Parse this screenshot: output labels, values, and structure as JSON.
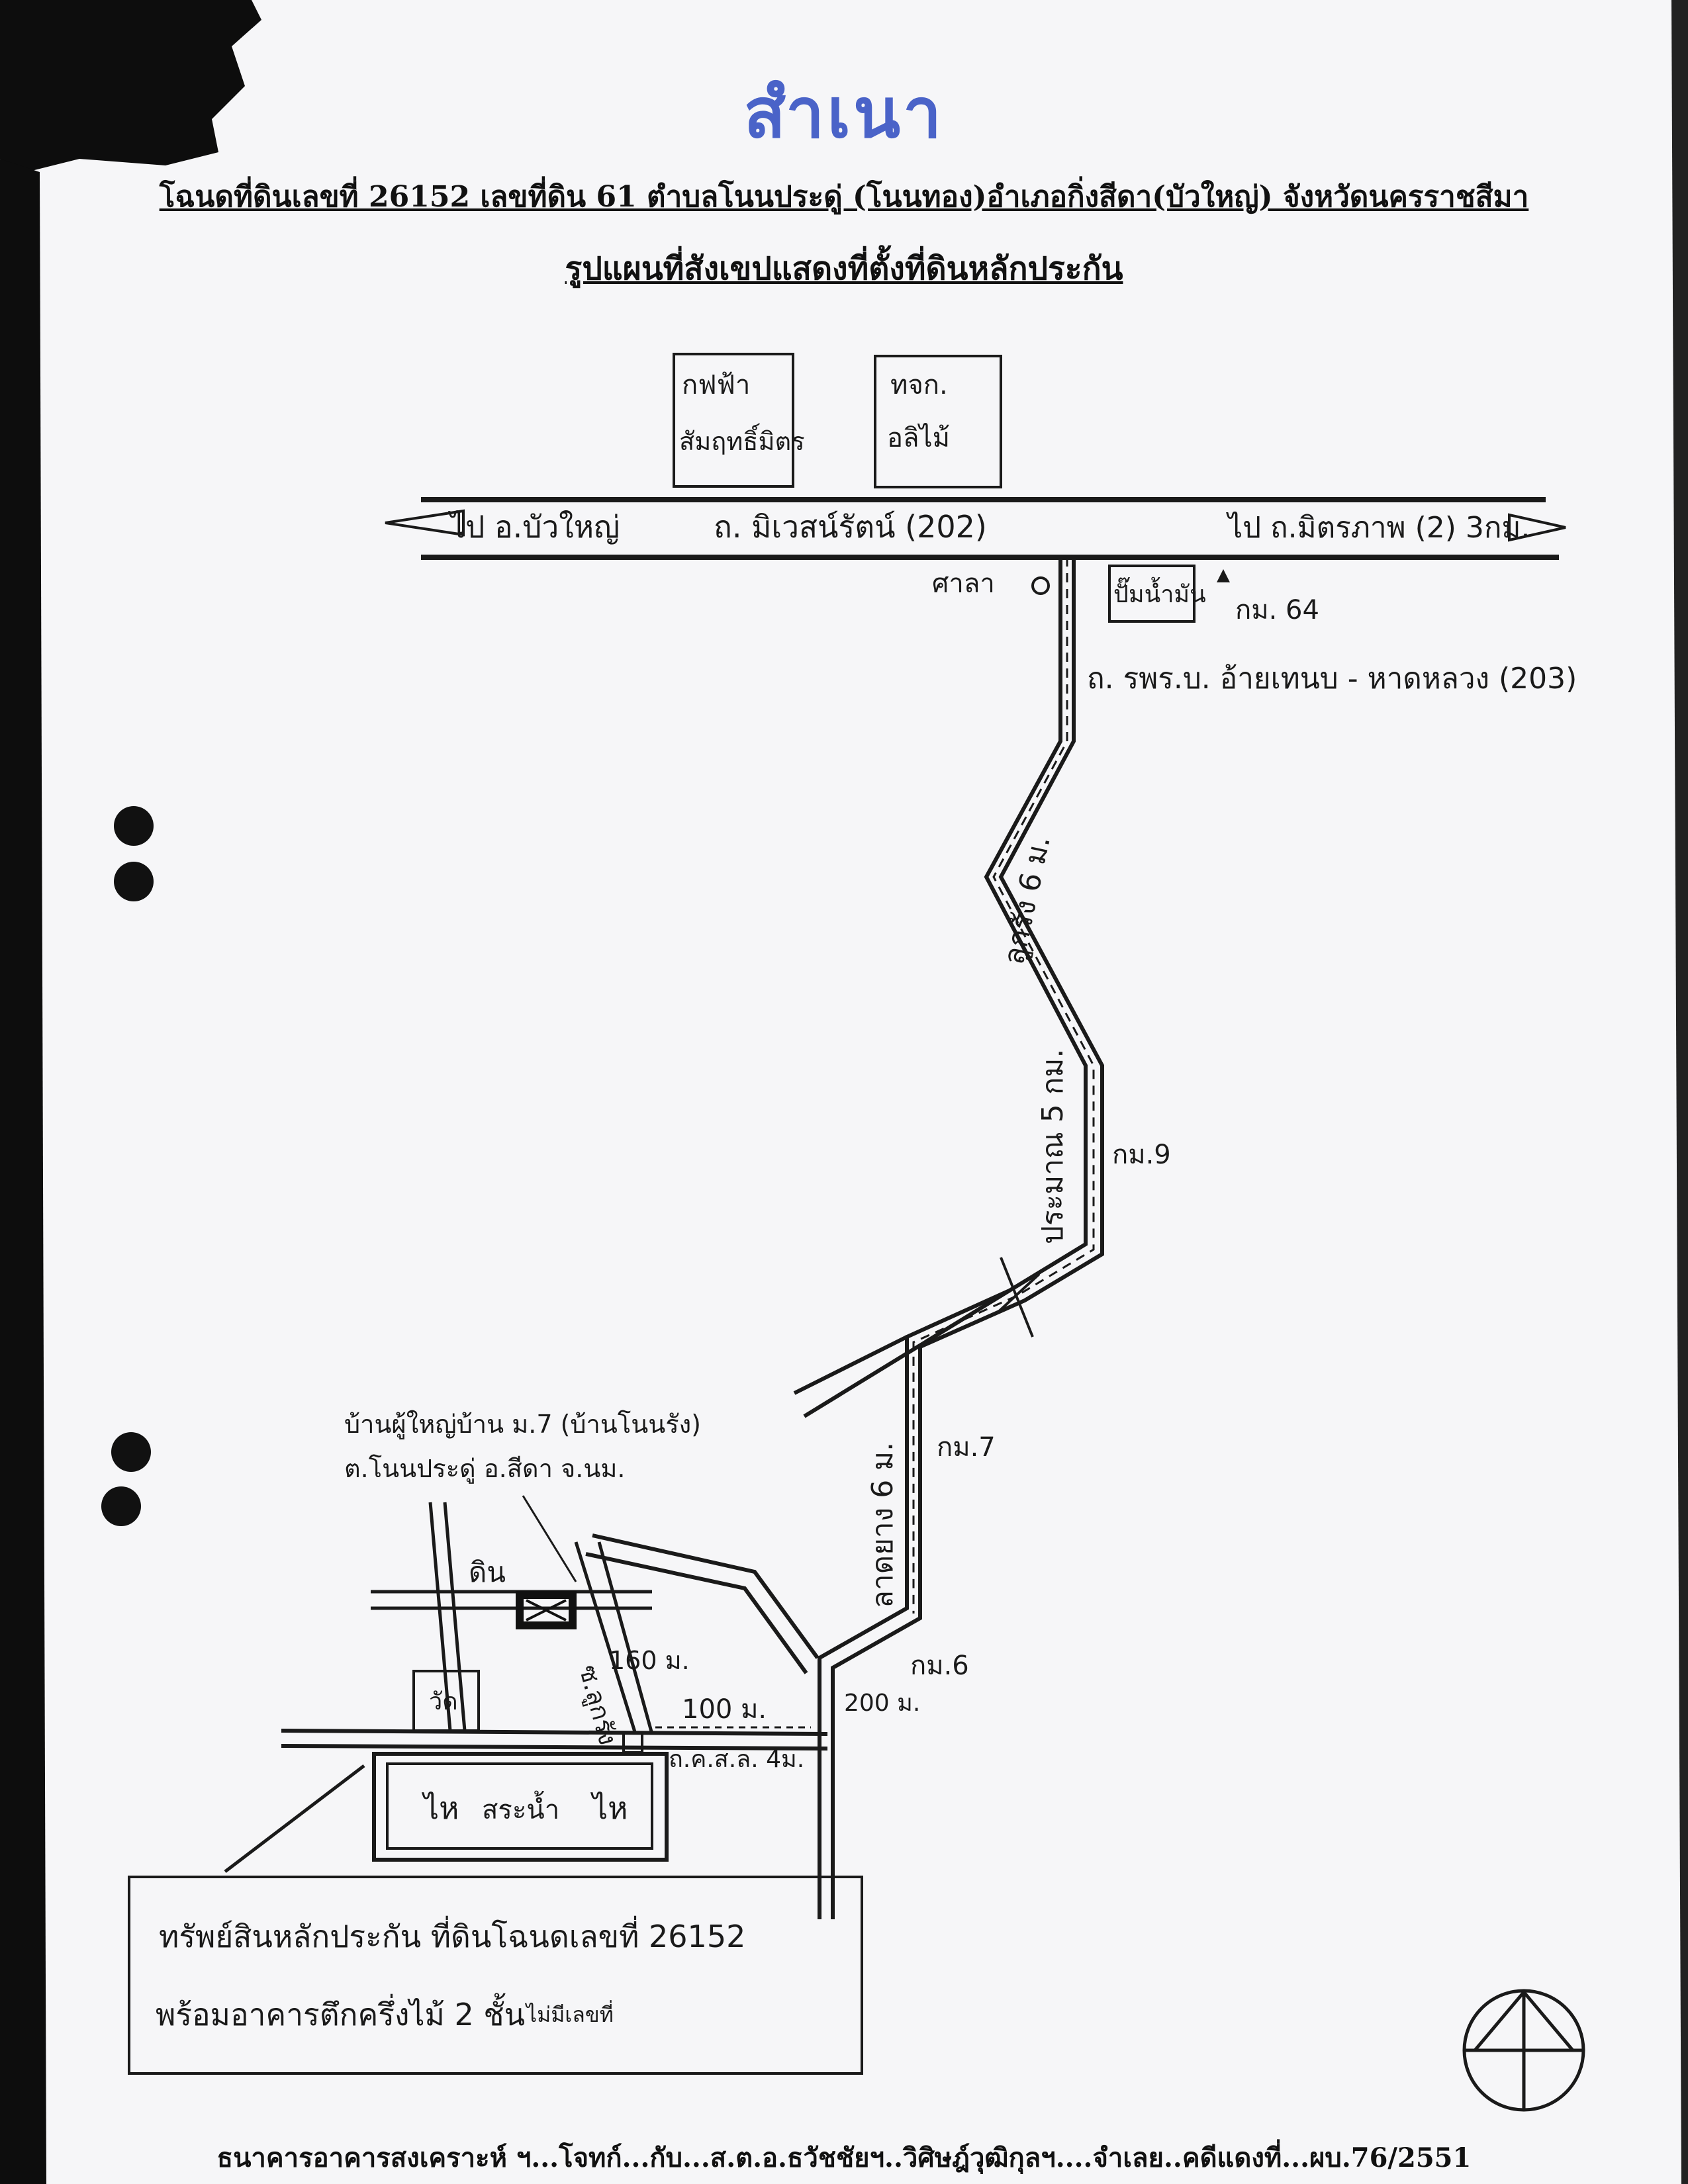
{
  "header": {
    "stamp": "สำเนา",
    "title": "โฉนดที่ดินเลขที่ 26152 เลขที่ดิน 61 ตำบลโนนประดู่ (โนนทอง)อำเภอกิ่งสีดา(บัวใหญ่) จังหวัดนครราชสีมา",
    "subtitle": "รูปแผนที่สังเขปแสดงที่ตั้งที่ดินหลักประกัน"
  },
  "map": {
    "box_electric_1": "กฟฟ้า",
    "box_electric_2": "สัมฤทธิ์มิตร",
    "box_tpk_1": "ทจก.",
    "box_tpk_2": "อลิไม้",
    "road_left_dest": "ไป อ.บัวใหญ่",
    "road_main": "ถ. มิเวสน์รัตน์ (202)",
    "road_right_dest": "ไป ถ.มิตรภาพ (2) 3กม.",
    "sala": "ศาลา",
    "gas_station": "ปั๊มน้ำมัน",
    "km_64": "กม. 64",
    "branch_road": "ถ. รพร.บ. อ้ายเทนบ - หาดหลวง (203)",
    "dirt_road_1": "ลูกรัง 6 ม.",
    "approx_distance": "ประมาณ 5 กม.",
    "km_9": "กม.9",
    "km_7": "กม.7",
    "paved_road": "ลาดยาง 6 ม.",
    "km_6": "กม.6",
    "village_1": "บ้านผู้ใหญ่บ้าน ม.7 (บ้านโนนรัง)",
    "village_2": "ต.โนนประดู่ อ.สีดา จ.นม.",
    "land_label": "ดิน",
    "small_box": "วัด",
    "lane_label": "ซ.ลูกรัง",
    "dist_160": "160 ม.",
    "dist_100": "100 ม.",
    "dist_200": "200 ม.",
    "cement_road": "ถ.ค.ส.ล. 4ม.",
    "pond_left": "ไห",
    "pond_mid": "สระน้ำ",
    "pond_right": "ไห",
    "note_line1": "ทรัพย์สินหลักประกัน ที่ดินโฉนดเลขที่ 26152",
    "note_line2": "พร้อมอาคารตึกครึ่งไม้ 2 ชั้น",
    "note_line2_small": "ไม่มีเลขที่"
  },
  "footer": {
    "text": "ธนาคารอาคารสงเคราะห์ ฯ...โจทก์...กับ...ส.ต.อ.ธวัชชัยฯ..วิศิษฎ์วุฒิกุลฯ....จำเลย..คดีแดงที่...ผบ.76/2551"
  }
}
